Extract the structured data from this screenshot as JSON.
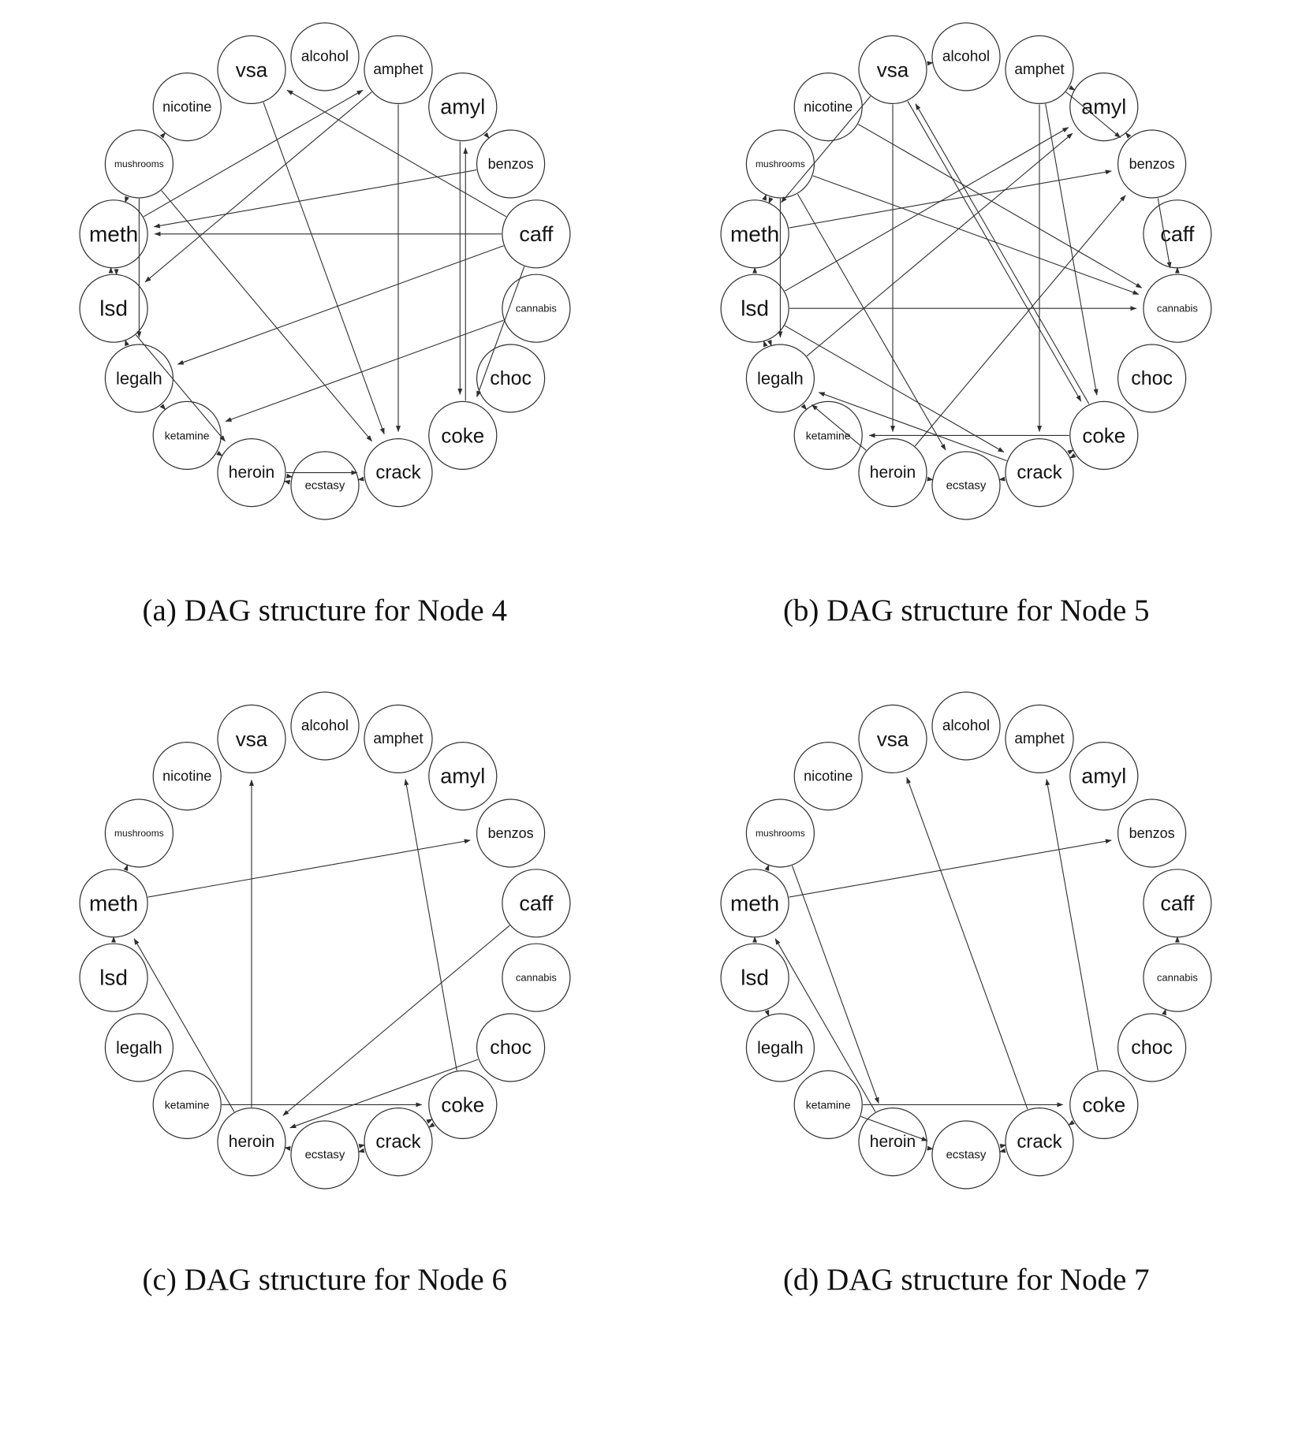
{
  "figure": {
    "nodes": [
      {
        "id": "alcohol",
        "label": "alcohol",
        "font": 19
      },
      {
        "id": "amphet",
        "label": "amphet",
        "font": 19
      },
      {
        "id": "amyl",
        "label": "amyl",
        "font": 27
      },
      {
        "id": "benzos",
        "label": "benzos",
        "font": 18
      },
      {
        "id": "caff",
        "label": "caff",
        "font": 27
      },
      {
        "id": "cannabis",
        "label": "cannabis",
        "font": 13
      },
      {
        "id": "choc",
        "label": "choc",
        "font": 25
      },
      {
        "id": "coke",
        "label": "coke",
        "font": 26
      },
      {
        "id": "crack",
        "label": "crack",
        "font": 24
      },
      {
        "id": "ecstasy",
        "label": "ecstasy",
        "font": 15
      },
      {
        "id": "heroin",
        "label": "heroin",
        "font": 21
      },
      {
        "id": "ketamine",
        "label": "ketamine",
        "font": 14
      },
      {
        "id": "legalh",
        "label": "legalh",
        "font": 22
      },
      {
        "id": "lsd",
        "label": "lsd",
        "font": 28
      },
      {
        "id": "meth",
        "label": "meth",
        "font": 28
      },
      {
        "id": "mushrooms",
        "label": "mushrooms",
        "font": 12
      },
      {
        "id": "nicotine",
        "label": "nicotine",
        "font": 18
      },
      {
        "id": "vsa",
        "label": "vsa",
        "font": 26
      }
    ],
    "clockwise_order_from_top": [
      "alcohol",
      "amphet",
      "amyl",
      "benzos",
      "caff",
      "cannabis",
      "choc",
      "coke",
      "crack",
      "ecstasy",
      "heroin",
      "ketamine",
      "legalh",
      "lsd",
      "meth",
      "mushrooms",
      "nicotine",
      "vsa"
    ],
    "panels": [
      {
        "id": "a",
        "caption": "(a) DAG structure for Node 4",
        "edges": [
          [
            "nicotine",
            "mushrooms"
          ],
          [
            "meth",
            "mushrooms"
          ],
          [
            "caff",
            "meth"
          ],
          [
            "benzos",
            "meth"
          ],
          [
            "meth",
            "lsd"
          ],
          [
            "lsd",
            "meth"
          ],
          [
            "amphet",
            "lsd"
          ],
          [
            "lsd",
            "legalh"
          ],
          [
            "mushrooms",
            "legalh"
          ],
          [
            "ketamine",
            "legalh"
          ],
          [
            "caff",
            "legalh"
          ],
          [
            "cannabis",
            "ketamine"
          ],
          [
            "heroin",
            "ketamine"
          ],
          [
            "lsd",
            "heroin"
          ],
          [
            "heroin",
            "ecstasy"
          ],
          [
            "ecstasy",
            "heroin"
          ],
          [
            "ecstasy",
            "crack"
          ],
          [
            "mushrooms",
            "crack"
          ],
          [
            "amphet",
            "crack"
          ],
          [
            "vsa",
            "crack"
          ],
          [
            "heroin",
            "crack"
          ],
          [
            "amyl",
            "coke"
          ],
          [
            "coke",
            "amyl"
          ],
          [
            "benzos",
            "amyl"
          ],
          [
            "caff",
            "coke"
          ],
          [
            "caff",
            "vsa"
          ],
          [
            "meth",
            "amphet"
          ]
        ]
      },
      {
        "id": "b",
        "caption": "(b) DAG structure for Node 5",
        "edges": [
          [
            "alcohol",
            "vsa"
          ],
          [
            "coke",
            "vsa"
          ],
          [
            "vsa",
            "coke"
          ],
          [
            "meth",
            "mushrooms"
          ],
          [
            "mushrooms",
            "meth"
          ],
          [
            "meth",
            "lsd"
          ],
          [
            "vsa",
            "meth"
          ],
          [
            "lsd",
            "legalh"
          ],
          [
            "legalh",
            "lsd"
          ],
          [
            "mushrooms",
            "legalh"
          ],
          [
            "ketamine",
            "legalh"
          ],
          [
            "heroin",
            "legalh"
          ],
          [
            "crack",
            "legalh"
          ],
          [
            "coke",
            "ketamine"
          ],
          [
            "vsa",
            "heroin"
          ],
          [
            "ecstasy",
            "heroin"
          ],
          [
            "mushrooms",
            "ecstasy"
          ],
          [
            "lsd",
            "crack"
          ],
          [
            "amphet",
            "crack"
          ],
          [
            "ecstasy",
            "crack"
          ],
          [
            "amphet",
            "coke"
          ],
          [
            "coke",
            "crack"
          ],
          [
            "crack",
            "coke"
          ],
          [
            "amyl",
            "amphet"
          ],
          [
            "lsd",
            "amyl"
          ],
          [
            "legalh",
            "amyl"
          ],
          [
            "amyl",
            "benzos"
          ],
          [
            "amphet",
            "benzos"
          ],
          [
            "meth",
            "benzos"
          ],
          [
            "heroin",
            "benzos"
          ],
          [
            "caff",
            "cannabis"
          ],
          [
            "benzos",
            "cannabis"
          ],
          [
            "lsd",
            "cannabis"
          ],
          [
            "mushrooms",
            "cannabis"
          ],
          [
            "nicotine",
            "cannabis"
          ]
        ]
      },
      {
        "id": "c",
        "caption": "(c) DAG structure for Node 6",
        "edges": [
          [
            "heroin",
            "vsa"
          ],
          [
            "heroin",
            "meth"
          ],
          [
            "mushrooms",
            "meth"
          ],
          [
            "meth",
            "lsd"
          ],
          [
            "meth",
            "benzos"
          ],
          [
            "ketamine",
            "coke"
          ],
          [
            "caff",
            "heroin"
          ],
          [
            "choc",
            "heroin"
          ],
          [
            "heroin",
            "ecstasy"
          ],
          [
            "ecstasy",
            "crack"
          ],
          [
            "crack",
            "ecstasy"
          ],
          [
            "crack",
            "coke"
          ],
          [
            "coke",
            "crack"
          ],
          [
            "coke",
            "amphet"
          ]
        ]
      },
      {
        "id": "d",
        "caption": "(d) DAG structure for Node 7",
        "edges": [
          [
            "legalh",
            "lsd"
          ],
          [
            "meth",
            "lsd"
          ],
          [
            "heroin",
            "meth"
          ],
          [
            "mushrooms",
            "meth"
          ],
          [
            "meth",
            "benzos"
          ],
          [
            "ketamine",
            "coke"
          ],
          [
            "ketamine",
            "ecstasy"
          ],
          [
            "ecstasy",
            "heroin"
          ],
          [
            "ecstasy",
            "crack"
          ],
          [
            "crack",
            "ecstasy"
          ],
          [
            "crack",
            "coke"
          ],
          [
            "crack",
            "vsa"
          ],
          [
            "coke",
            "amphet"
          ],
          [
            "mushrooms",
            "heroin"
          ],
          [
            "caff",
            "cannabis"
          ],
          [
            "cannabis",
            "choc"
          ]
        ]
      }
    ]
  }
}
